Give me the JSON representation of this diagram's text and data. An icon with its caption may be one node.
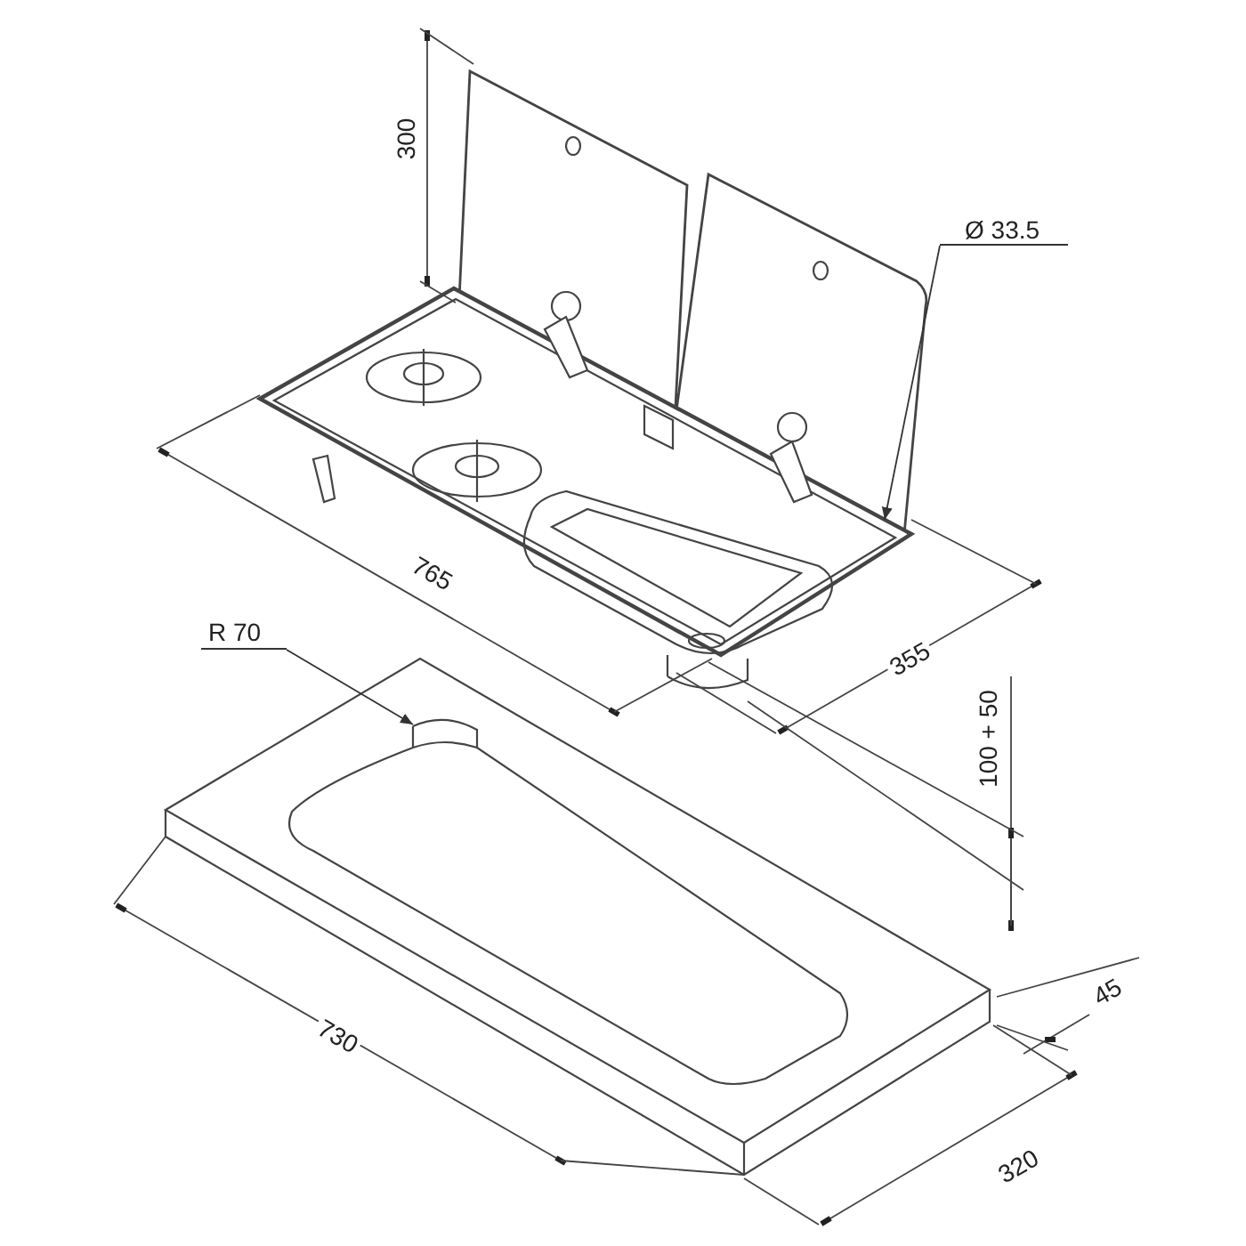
{
  "diagram": {
    "nodes": [
      {
        "text": [
          "Ø 33.5"
        ]
      },
      {
        "text": [
          "R 70"
        ]
      }
    ],
    "edges": [
      {
        "from": 0,
        "to": null,
        "arrow": "to"
      },
      {
        "from": 1,
        "to": null,
        "arrow": "to"
      }
    ],
    "labels": [
      "300",
      "765",
      "355",
      "100 + 50",
      "45",
      "730",
      "320"
    ]
  }
}
